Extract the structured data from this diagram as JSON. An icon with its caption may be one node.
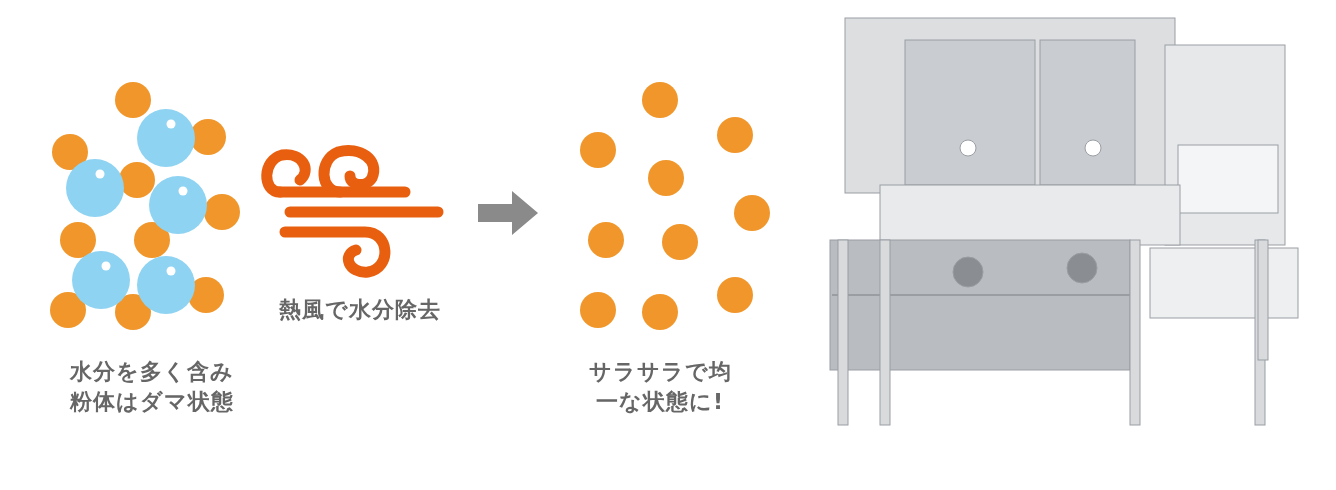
{
  "diagram": {
    "nodes": [
      {
        "text": [
          "水分を多く含み粉体はダマ状態"
        ]
      },
      {
        "text": [
          "熱風で水分除去"
        ]
      },
      {
        "text": [
          "サラサラで均一な状態に!"
        ]
      },
      {
        "text": [],
        "shape": "picture"
      }
    ],
    "edges": [
      {
        "from": 1,
        "to": 2,
        "arrow": "to"
      }
    ]
  }
}
